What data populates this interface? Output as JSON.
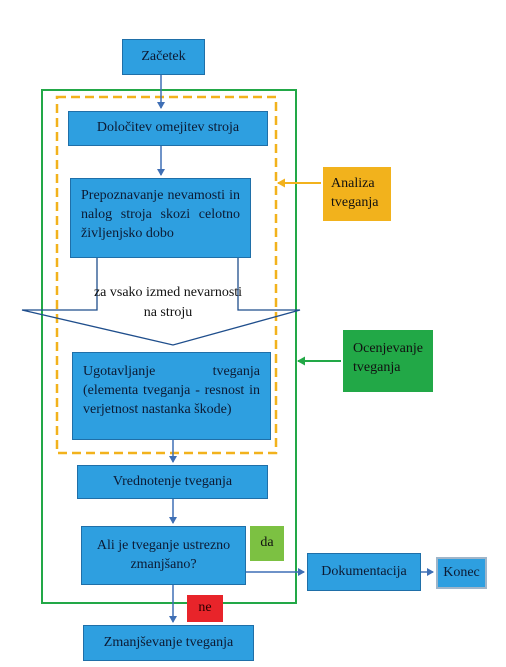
{
  "nodes": {
    "start": "Začetek",
    "limits": "Določitev omejitev stroja",
    "identify": "Prepoznavanje nevamosti in nalog stroja skozi celotno življenjsko dobo",
    "loop_note": "za vsako izmed nevarnosti na stroju",
    "estimate": "Ugotavljanje tveganja (elementa tveganja - resnost in verjetnost nastanka škode)",
    "evaluate": "Vrednotenje tveganja",
    "decision": "Ali je tveganje ustrezno zmanjšano?",
    "documentation": "Dokumentacija",
    "end": "Konec",
    "reduce": "Zmanjševanje tveganja"
  },
  "branches": {
    "yes": "da",
    "no": "ne"
  },
  "legends": {
    "analysis": "Analiza tveganja",
    "assessment": "Ocenjevanje tveganja"
  },
  "colors": {
    "box_fill": "#2e9fe0",
    "analysis_frame": "#f2b21c",
    "assessment_frame": "#22a847",
    "yes_tag": "#7cc142",
    "no_tag": "#e8242a",
    "arrow": "#3f6fb5"
  }
}
